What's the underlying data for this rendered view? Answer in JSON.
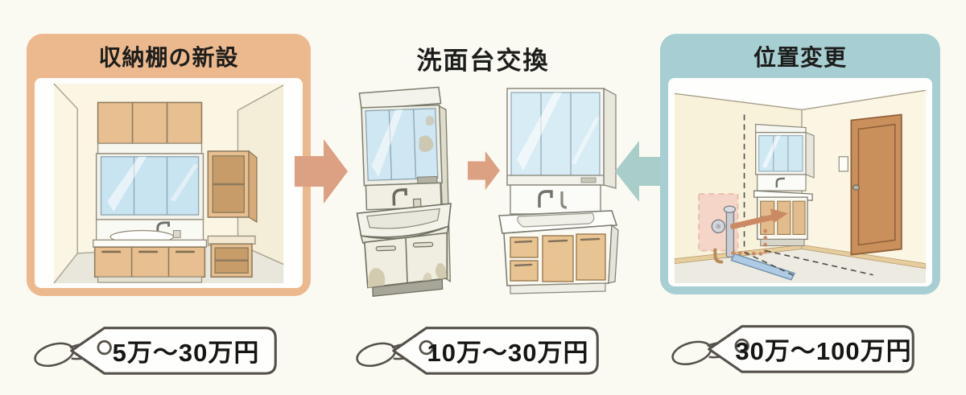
{
  "infographic": {
    "panels": [
      {
        "id": "storage",
        "title": "収納棚の新設",
        "price": "5万〜30万円"
      },
      {
        "id": "replace",
        "title": "洗面台交換",
        "price": "10万〜30万円"
      },
      {
        "id": "relocate",
        "title": "位置変更",
        "price": "30万〜100万円"
      }
    ],
    "colors": {
      "background": "#FBFAF2",
      "panel_orange": "#ECB98E",
      "panel_teal": "#A7CED3",
      "arrow_orange": "#DCA083",
      "arrow_teal": "#A9CDC9",
      "tag_border": "#55514A",
      "mirror_blue": "#CFE7F2",
      "cabinet_wood": "#E7BF90",
      "old_position_pink": "#F2B9B4"
    }
  }
}
